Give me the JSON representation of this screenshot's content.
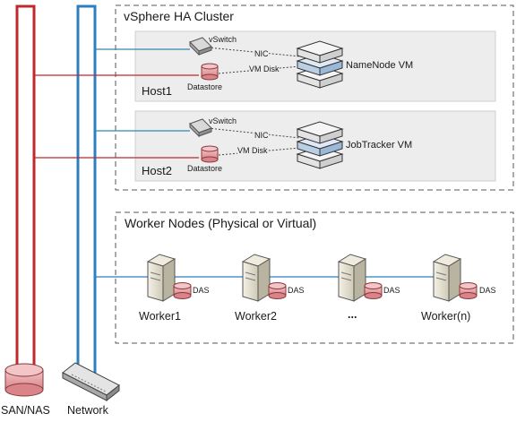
{
  "clusters": {
    "ha_title": "vSphere HA Cluster",
    "workers_title": "Worker Nodes (Physical or Virtual)"
  },
  "hosts": [
    {
      "label": "Host1",
      "vswitch": "vSwitch",
      "datastore": "Datastore",
      "nic": "NIC",
      "vmdisk": "VM Disk",
      "vm": "NameNode VM"
    },
    {
      "label": "Host2",
      "vswitch": "vSwitch",
      "datastore": "Datastore",
      "nic": "NIC",
      "vmdisk": "VM Disk",
      "vm": "JobTracker VM"
    }
  ],
  "workers": [
    {
      "label": "Worker1",
      "disk": "DAS"
    },
    {
      "label": "Worker2",
      "disk": "DAS"
    },
    {
      "label": "...",
      "disk": "DAS"
    },
    {
      "label": "Worker(n)",
      "disk": "DAS"
    }
  ],
  "infrastructure": {
    "san": "SAN/NAS",
    "network": "Network"
  },
  "colors": {
    "san_line": "#c0282c",
    "network_line": "#2e7fc0",
    "vm_blue": "#b9cfe6",
    "disk": "#e8a3a6",
    "box_fill": "#ededed"
  },
  "icons": [
    "server-icon",
    "disk-icon",
    "switch-icon",
    "vm-stack-icon"
  ]
}
